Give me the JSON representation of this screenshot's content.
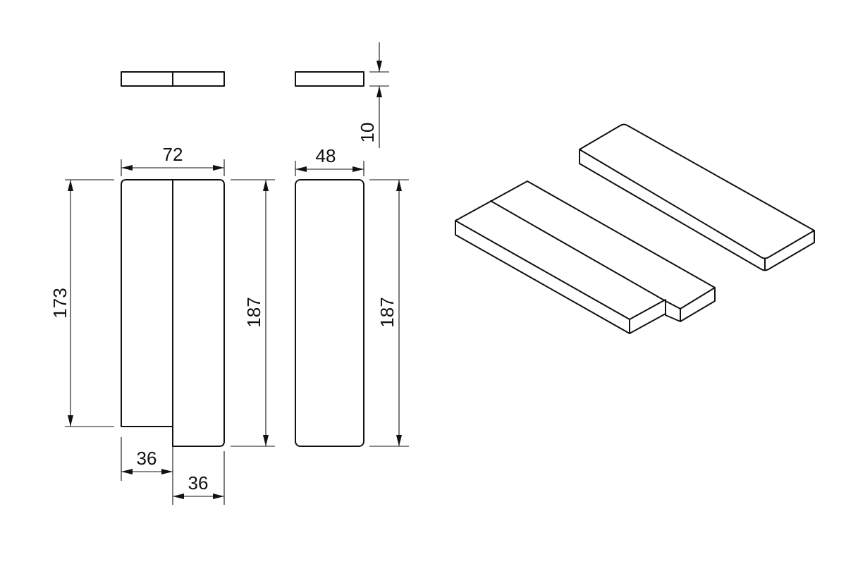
{
  "drawing": {
    "dimensions": {
      "width_front": "72",
      "width_side": "48",
      "thickness": "10",
      "height_short": "173",
      "height_front": "187",
      "height_side": "187",
      "width_left_part": "36",
      "width_right_part": "36"
    },
    "colors": {
      "line": "#111111",
      "background": "#ffffff"
    }
  }
}
